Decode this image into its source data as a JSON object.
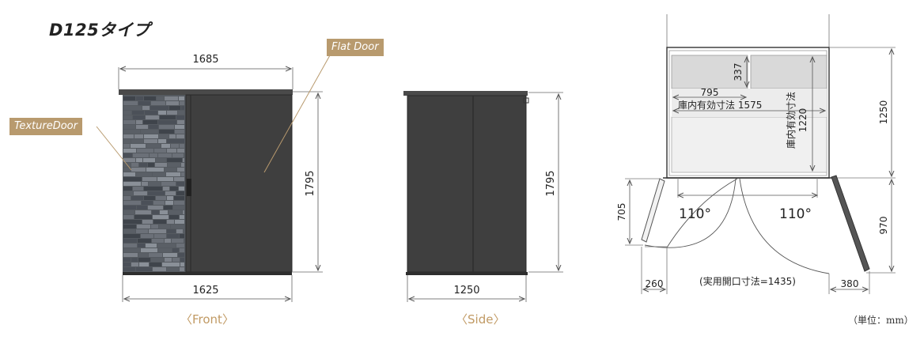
{
  "title": "D125タイプ",
  "units_note": "（単位：mm）",
  "colors": {
    "accent": "#b89a6e",
    "label": "#c19a64",
    "door_dark": "#3f3f3f",
    "frame": "#2e2e2e",
    "dim_line": "#555555"
  },
  "front": {
    "view_label": "〈Front〉",
    "width_top": "1685",
    "width_bottom": "1625",
    "height": "1795",
    "texture_door_label": "TextureDoor",
    "flat_door_label": "Flat Door"
  },
  "side": {
    "view_label": "〈Side〉",
    "depth": "1250",
    "height": "1795"
  },
  "plan": {
    "shelf_depth": "337",
    "shelf_width": "795",
    "inner_width_label": "庫内有効寸法 1575",
    "inner_depth_label": "庫内有効寸法",
    "inner_depth_value": "1220",
    "overall_depth": "1250",
    "left_angle": "110°",
    "right_angle": "110°",
    "left_door_reach": "705",
    "right_door_reach": "970",
    "left_offset": "260",
    "right_offset": "380",
    "opening_label": "(実用開口寸法=1435)"
  }
}
